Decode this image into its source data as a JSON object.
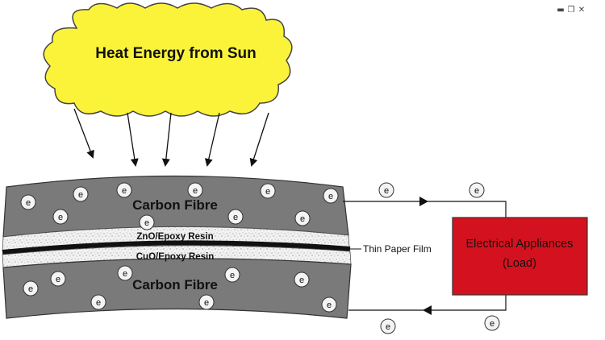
{
  "sun": {
    "label": "Heat Energy from Sun",
    "fill": "#fbf33a"
  },
  "layers": {
    "top_fibre": "Carbon Fibre",
    "zno": "ZnO/Epoxy Resin",
    "cuo": "CuO/Epoxy Resin",
    "bottom_fibre": "Carbon Fibre",
    "fibre_color": "#7a7a7a",
    "film_color": "#111111"
  },
  "film_label": "Thin Paper Film",
  "load": {
    "line1": "Electrical Appliances",
    "line2": "(Load)",
    "fill": "#d4121f"
  },
  "electron_symbol": "e",
  "window_controls": [
    "minimize-icon",
    "restore-icon",
    "close-icon"
  ]
}
